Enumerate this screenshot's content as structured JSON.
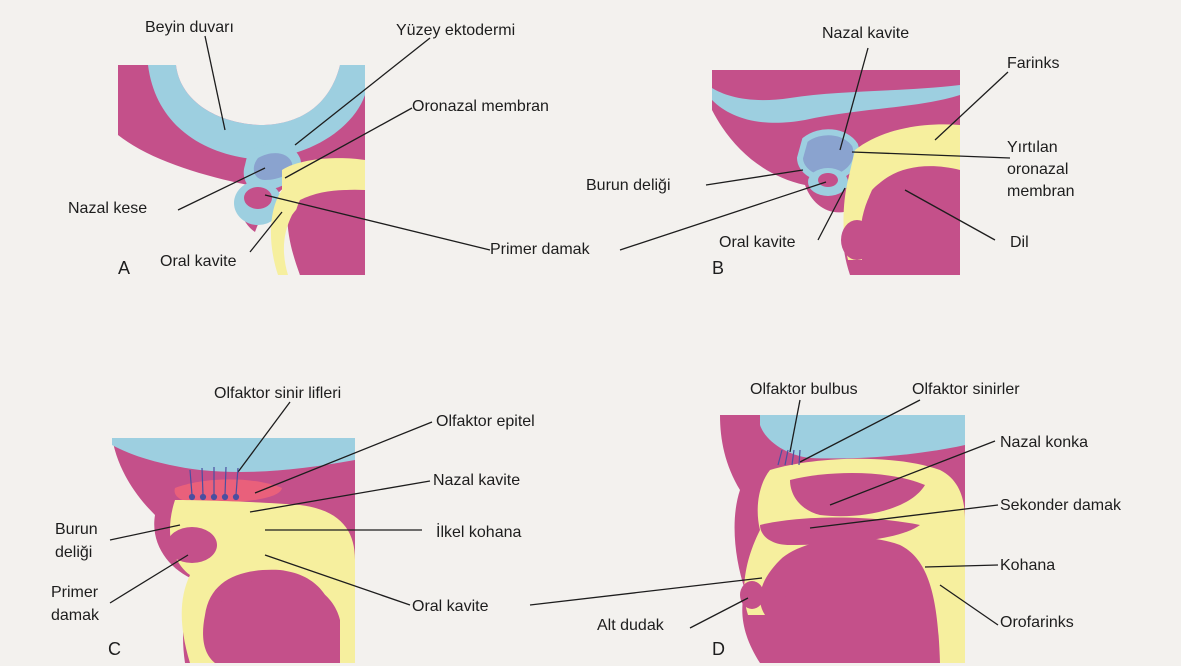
{
  "panels": [
    {
      "letter": "A"
    },
    {
      "letter": "B"
    },
    {
      "letter": "C"
    },
    {
      "letter": "D"
    }
  ],
  "labels": {
    "a_beyin_duvari": "Beyin duvarı",
    "a_yuzey_ektodermi": "Yüzey ektodermi",
    "a_oronazal_membran": "Oronazal membran",
    "a_nazal_kese": "Nazal kese",
    "a_primer_damak": "Primer damak",
    "a_oral_kavite": "Oral kavite",
    "b_nazal_kavite": "Nazal kavite",
    "b_farinks": "Farinks",
    "b_yirtilan_1": "Yırtılan",
    "b_yirtilan_2": "oronazal",
    "b_yirtilan_3": "membran",
    "b_burun_deligi": "Burun deliği",
    "b_oral_kavite": "Oral kavite",
    "b_dil": "Dil",
    "c_olfaktor_sinir_lifleri": "Olfaktor sinir lifleri",
    "c_olfaktor_epitel": "Olfaktor epitel",
    "c_nazal_kavite": "Nazal kavite",
    "c_burun_1": "Burun",
    "c_burun_2": "deliği",
    "c_ilkel_kohana": "İlkel kohana",
    "c_primer_1": "Primer",
    "c_primer_2": "damak",
    "cd_oral_kavite": "Oral kavite",
    "d_olfaktor_bulbus": "Olfaktor bulbus",
    "d_olfaktor_sinirler": "Olfaktor sinirler",
    "d_nazal_konka": "Nazal konka",
    "d_sekonder_damak": "Sekonder damak",
    "d_kohana": "Kohana",
    "d_orofarinks": "Orofarinks",
    "d_alt_dudak": "Alt dudak"
  },
  "colors": {
    "tissue": "#c4508a",
    "neural": "#9dcfe0",
    "epithelium": "#f6ef9e",
    "cavity": "#8aa3cf",
    "text": "#1d1d1d"
  }
}
